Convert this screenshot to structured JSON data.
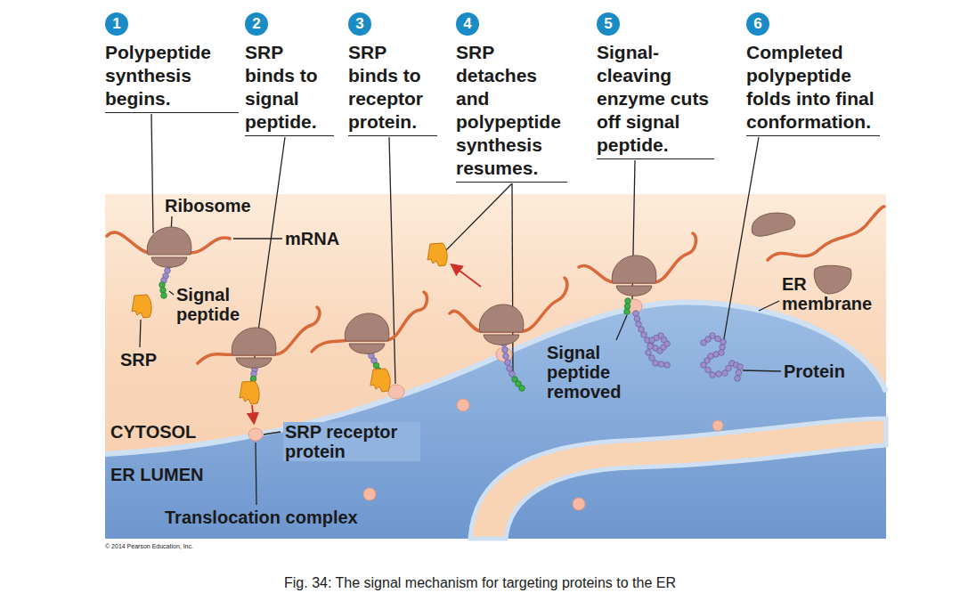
{
  "diagram": {
    "caption": "Fig. 34: The signal mechanism for targeting proteins to the ER",
    "nodes": [
      {
        "text": [
          "1"
        ]
      },
      {
        "text": [
          "2"
        ]
      },
      {
        "text": [
          "3"
        ]
      },
      {
        "text": [
          "4"
        ]
      },
      {
        "text": [
          "5"
        ]
      },
      {
        "text": [
          "6"
        ]
      }
    ],
    "labels": [
      "Polypeptide synthesis begins.",
      "SRP binds to signal peptide.",
      "SRP binds to receptor protein.",
      "SRP detaches and polypeptide synthesis resumes.",
      "Signal-cleaving enzyme cuts off signal peptide.",
      "Completed polypeptide folds into final conformation.",
      "Ribosome",
      "mRNA",
      "Signal peptide",
      "SRP",
      "CYTOSOL",
      "SRP receptor protein",
      "ER LUMEN",
      "Translocation complex",
      "Signal peptide removed",
      "ER membrane",
      "Protein",
      "© 2014 Pearson Education, Inc."
    ]
  }
}
